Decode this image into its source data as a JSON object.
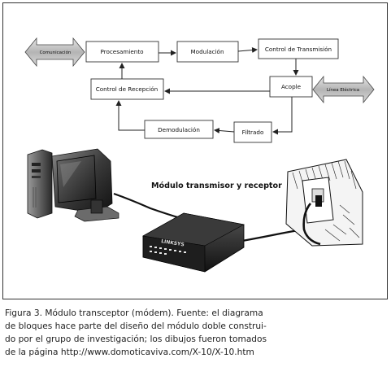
{
  "diagram": {
    "blocks": {
      "procesamiento": "Procesamiento",
      "modulacion": "Modulación",
      "control_transmision": "Control de Transmisión",
      "acople": "Acople",
      "control_recepcion": "Control de Recepción",
      "demodulacion": "Demodulación",
      "filtrado": "Filtrado"
    },
    "arrows": {
      "comunicacion": "Comunicación",
      "linea_electrica": "Línea Eléctrica"
    },
    "module_title": "Módulo transmisor y receptor",
    "router_brand": "LINKSYS"
  },
  "caption": {
    "lines": [
      "Figura 3. Módulo transceptor (módem). Fuente: el diagrama",
      "de bloques hace parte del diseño del módulo doble construi-",
      "do por el grupo de investigación; los dibujos fueron tomados",
      "de la página http://www.domoticaviva.com/X-10/X-10.htm"
    ]
  }
}
